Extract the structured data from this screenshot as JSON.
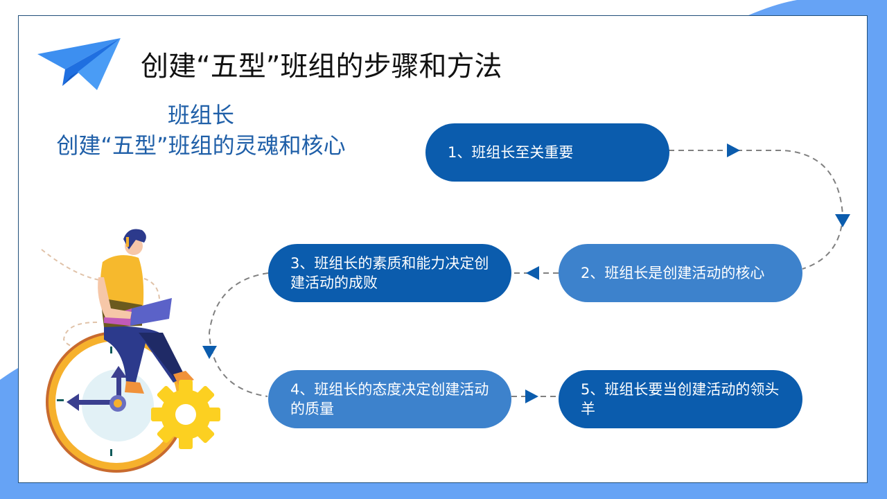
{
  "slide": {
    "title": "创建“五型”班组的步骤和方法",
    "subtitle": {
      "line1": "班组长",
      "line2": "创建“五型”班组的灵魂和核心"
    }
  },
  "steps": [
    {
      "number": 1,
      "text": "1、班组长至关重要",
      "style": "dark"
    },
    {
      "number": 2,
      "text": "2、班组长是创建活动的核心",
      "style": "light"
    },
    {
      "number": 3,
      "text": "3、班组长的素质和能力决定创建活动的成败",
      "style": "dark"
    },
    {
      "number": 4,
      "text": "4、班组长的态度决定创建活动的质量",
      "style": "light"
    },
    {
      "number": 5,
      "text": "5、班组长要当创建活动的领头羊",
      "style": "dark"
    }
  ],
  "colors": {
    "accent_blue": "#66a3f5",
    "pill_dark": "#0b5cad",
    "pill_light": "#3d82cc",
    "subtitle": "#1f5fa8",
    "connector": "#808080",
    "arrow": "#0b5cad",
    "frame_border": "#1f4e79"
  },
  "icons": {
    "logo": "paper-plane-icon",
    "illustration": "person-on-clock-with-gear-illustration"
  }
}
